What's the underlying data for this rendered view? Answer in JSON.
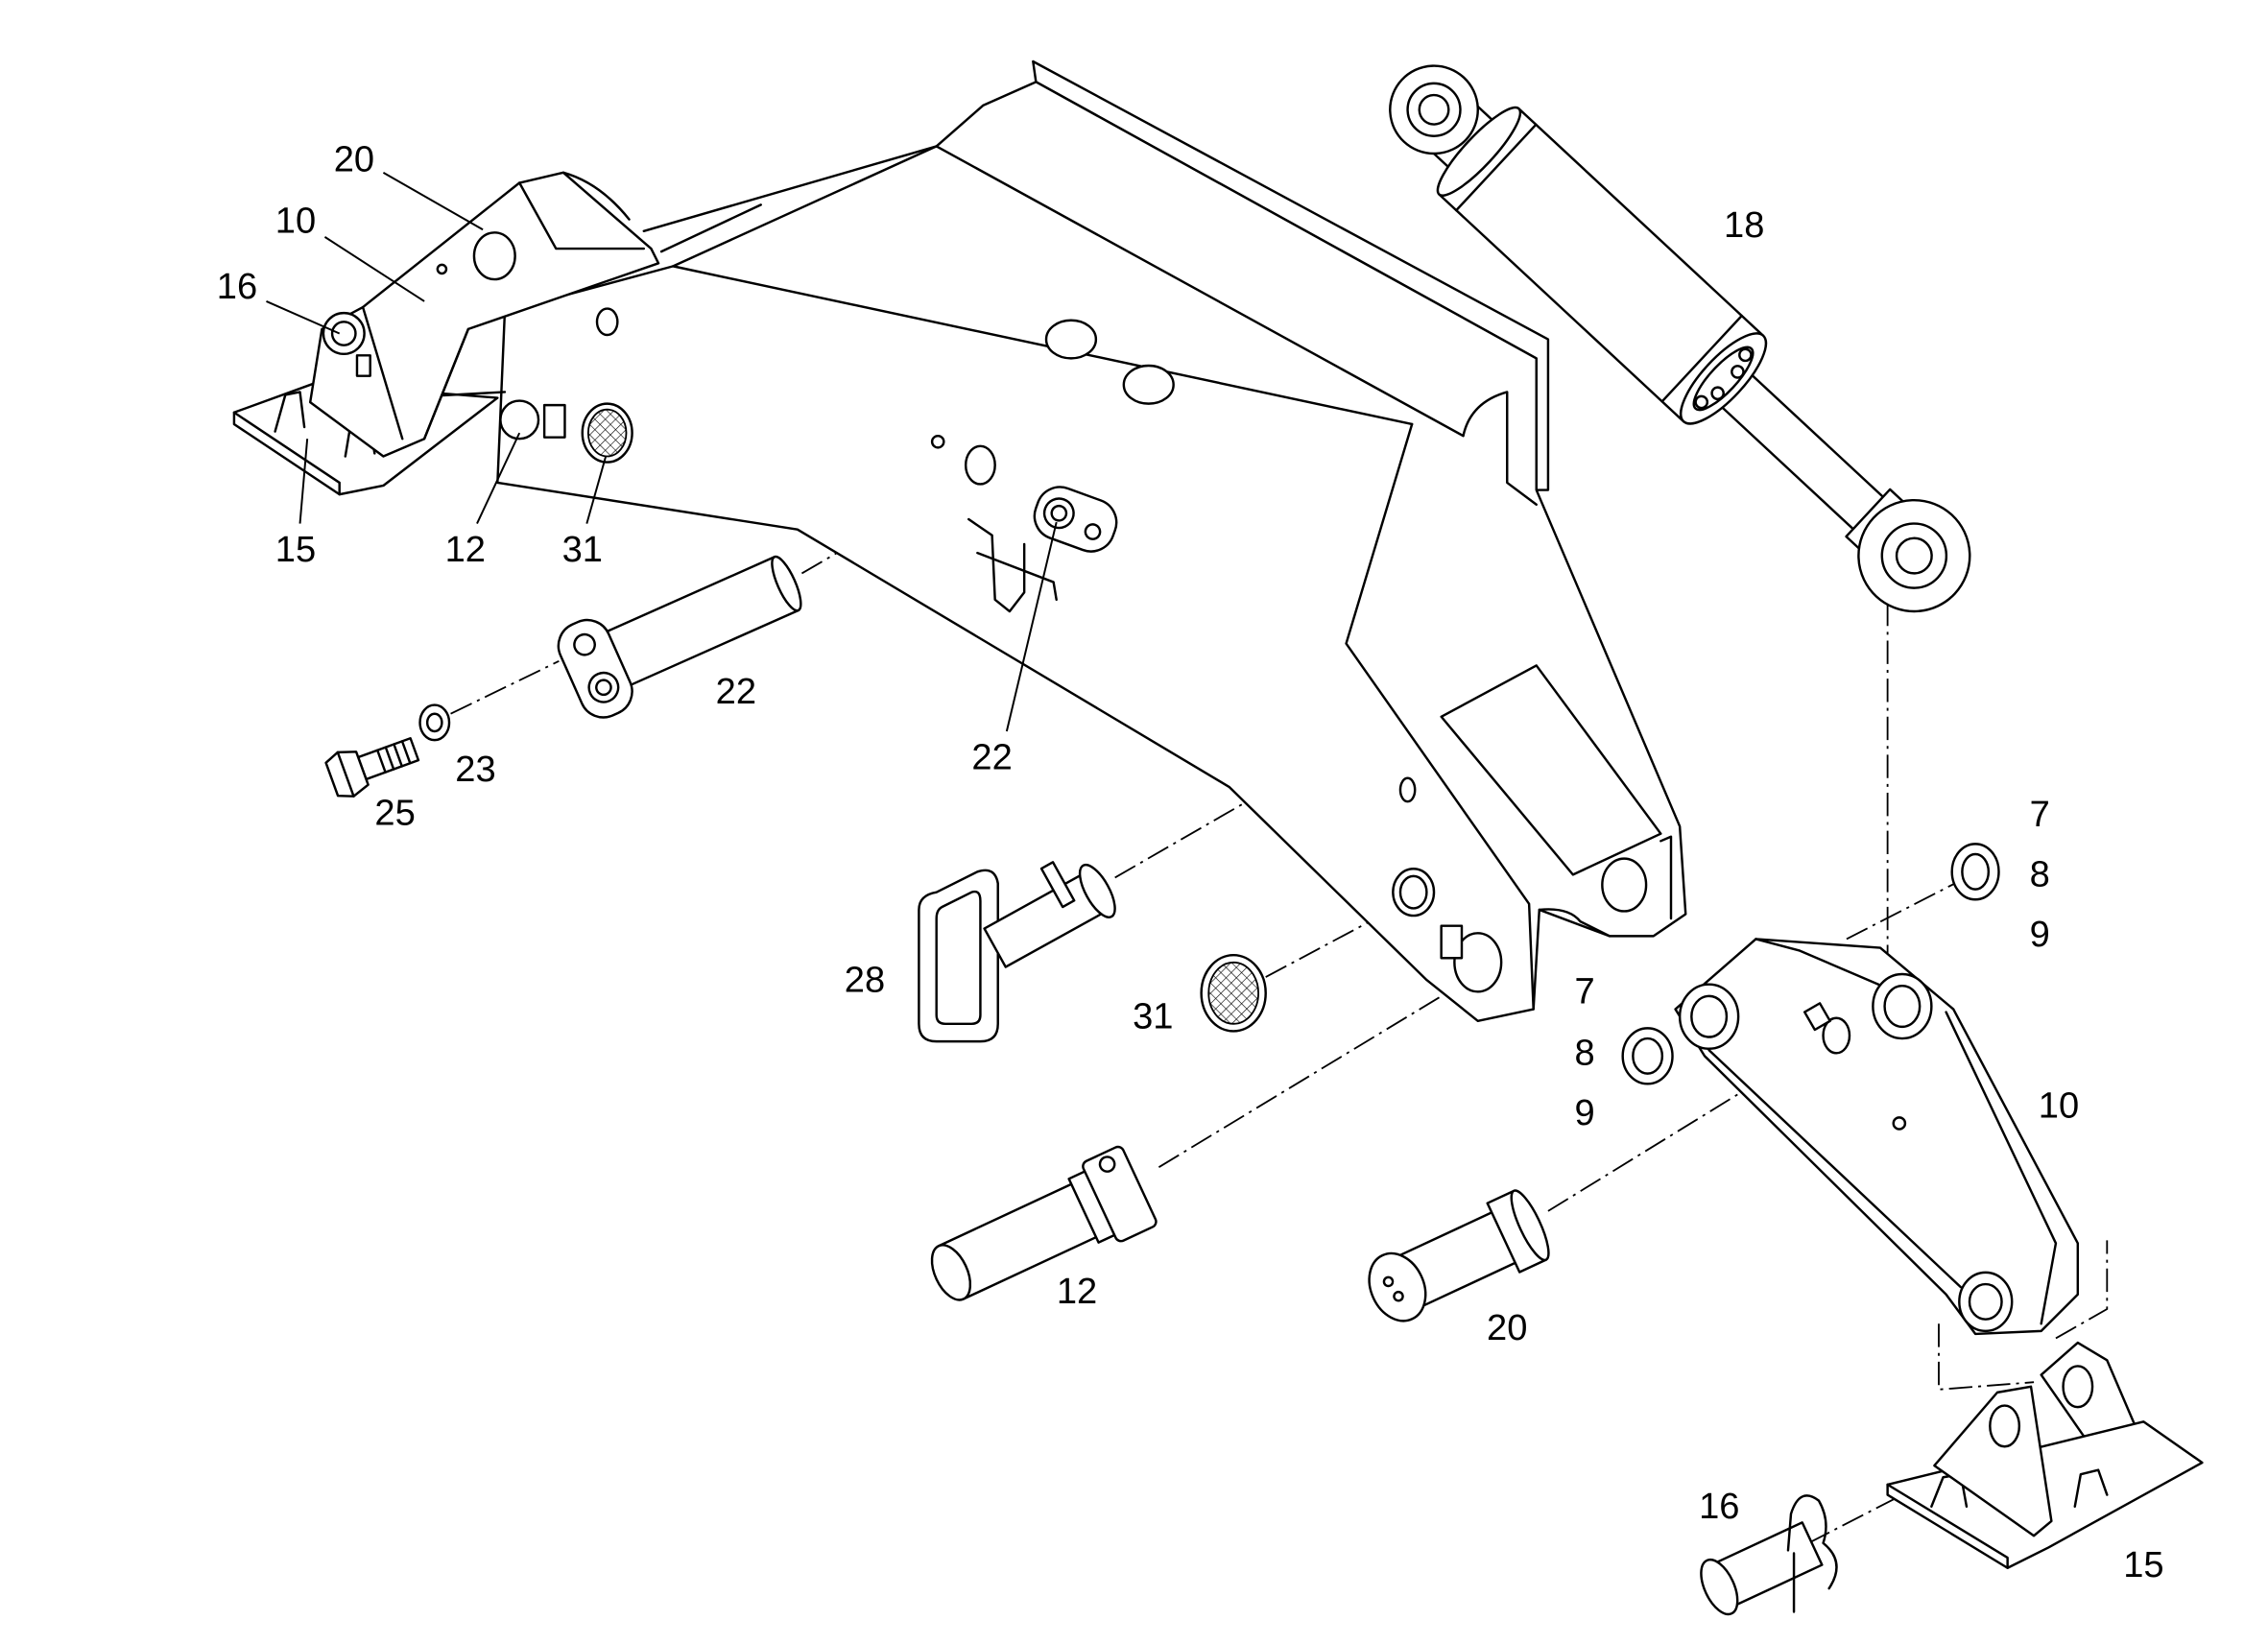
{
  "callouts": [
    "20",
    "10",
    "16",
    "15",
    "12",
    "31",
    "18",
    "22",
    "23",
    "25",
    "22",
    "7",
    "8",
    "9",
    "28",
    "31",
    "7",
    "8",
    "9",
    "10",
    "12",
    "20",
    "16",
    "15"
  ]
}
